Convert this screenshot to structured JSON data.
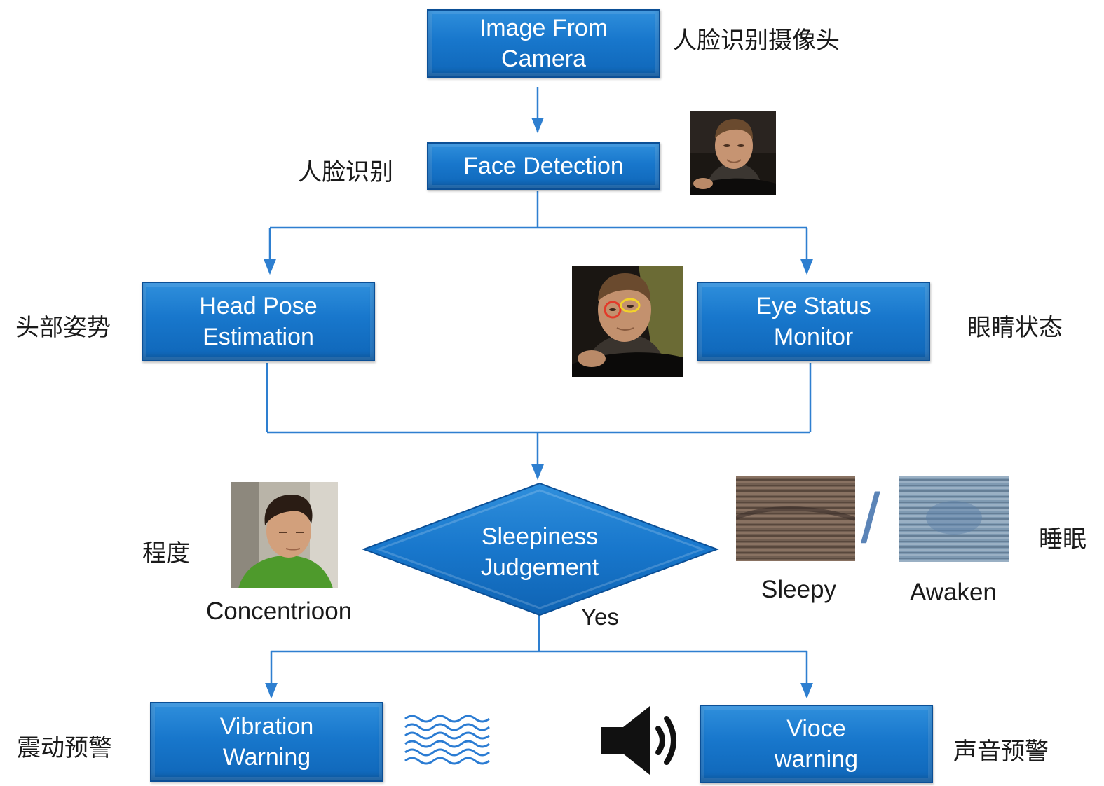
{
  "nodes": {
    "camera": {
      "lines": [
        "Image From",
        "Camera"
      ],
      "label_cn": "人脸识别摄像头"
    },
    "face": {
      "lines": [
        "Face Detection"
      ],
      "label_cn": "人脸识别"
    },
    "head_pose": {
      "lines": [
        "Head Pose",
        "Estimation"
      ],
      "label_cn": "头部姿势"
    },
    "eye_status": {
      "lines": [
        "Eye Status",
        "Monitor"
      ],
      "label_cn": "眼睛状态"
    },
    "judgement": {
      "lines": [
        "Sleepiness",
        "Judgement"
      ],
      "label_cn": "程度",
      "yes_label": "Yes"
    },
    "vibration": {
      "lines": [
        "Vibration",
        "Warning"
      ],
      "label_cn": "震动预警"
    },
    "voice": {
      "lines": [
        "Vioce",
        "warning"
      ],
      "label_cn": "声音预警"
    }
  },
  "captions": {
    "concentration": "Concentrioon",
    "sleepy": "Sleepy",
    "awaken": "Awaken",
    "sleep_cn": "睡眠",
    "separator": "/"
  },
  "colors": {
    "box_fill": "#1877cc",
    "box_border": "#0b4f96",
    "connector": "#2e7fd0",
    "icon_blue": "#2b7cd3",
    "speaker": "#111111"
  },
  "icons": [
    "driver-photo",
    "eye-tracking-photo",
    "drowsy-driver-photo",
    "sleepy-eye-closeup",
    "awake-eye-closeup",
    "waves-icon",
    "speaker-icon"
  ]
}
